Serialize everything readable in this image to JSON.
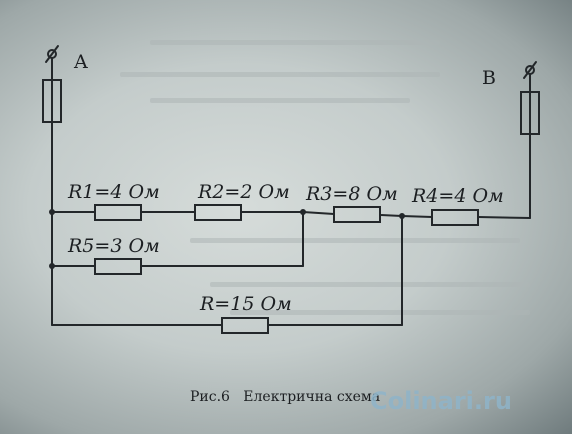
{
  "terminals": {
    "a": "A",
    "b": "B"
  },
  "resistors": {
    "r1": "R1=4 Ом",
    "r2": "R2=2 Ом",
    "r3": "R3=8 Ом",
    "r4": "R4=4 Ом",
    "r5": "R5=3 Ом",
    "r": "R=15 Ом"
  },
  "caption": "Рис.6   Електрична схема",
  "watermark": "Colinari.ru",
  "colors": {
    "ink": "#23272a",
    "paper": "#c9d0cf",
    "watermark": "#8fb4c9"
  }
}
